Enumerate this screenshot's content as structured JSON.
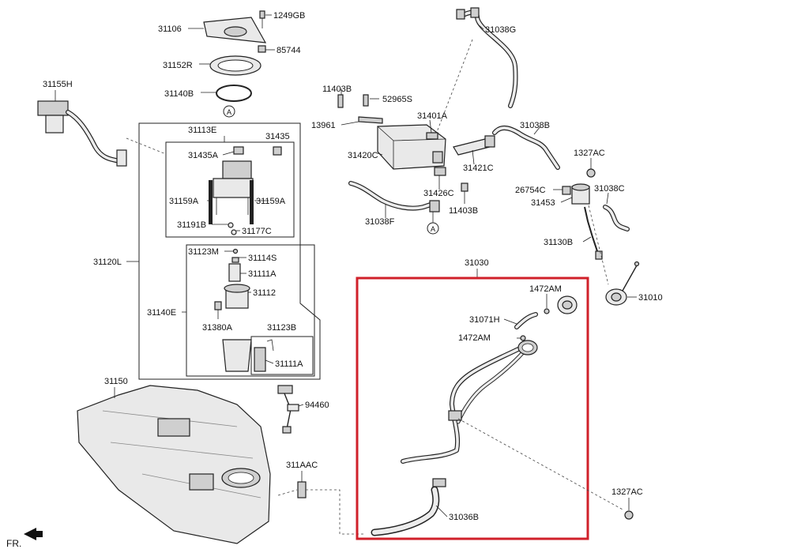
{
  "labels": {
    "l31106": "31106",
    "l1249GB": "1249GB",
    "l85744": "85744",
    "l31152R": "31152R",
    "l31140B": "31140B",
    "l31155H": "31155H",
    "l31113E": "31113E",
    "l31435": "31435",
    "l31435A": "31435A",
    "l31159A_left": "31159A",
    "l31159A_right": "31159A",
    "l31191B": "31191B",
    "l31177C": "31177C",
    "l31120L": "31120L",
    "l31123M": "31123M",
    "l31114S": "31114S",
    "l31111A_top": "31111A",
    "l31112": "31112",
    "l31140E": "31140E",
    "l31380A": "31380A",
    "l31123B": "31123B",
    "l31111A_bottom": "31111A",
    "l31150": "31150",
    "l94460": "94460",
    "l311AAC": "311AAC",
    "l31038G": "31038G",
    "l11403B_top": "11403B",
    "l52965S": "52965S",
    "l31401A": "31401A",
    "l13961": "13961",
    "l31420C": "31420C",
    "l31421C": "31421C",
    "l31038B": "31038B",
    "l1327AC_top": "1327AC",
    "l26754C": "26754C",
    "l31038C": "31038C",
    "l31453": "31453",
    "l31426C": "31426C",
    "l11403B_bottom": "11403B",
    "l31038F": "31038F",
    "l31130B": "31130B",
    "l31030": "31030",
    "l1472AM_top": "1472AM",
    "l31010": "31010",
    "l31071H": "31071H",
    "l1472AM_mid": "1472AM",
    "l1327AC_bottom": "1327AC",
    "l31036B": "31036B",
    "circleA_top": "A",
    "circleA_bottom": "A",
    "fr": "FR."
  },
  "colors": {
    "highlight": "#d0202a",
    "line": "#222222"
  }
}
